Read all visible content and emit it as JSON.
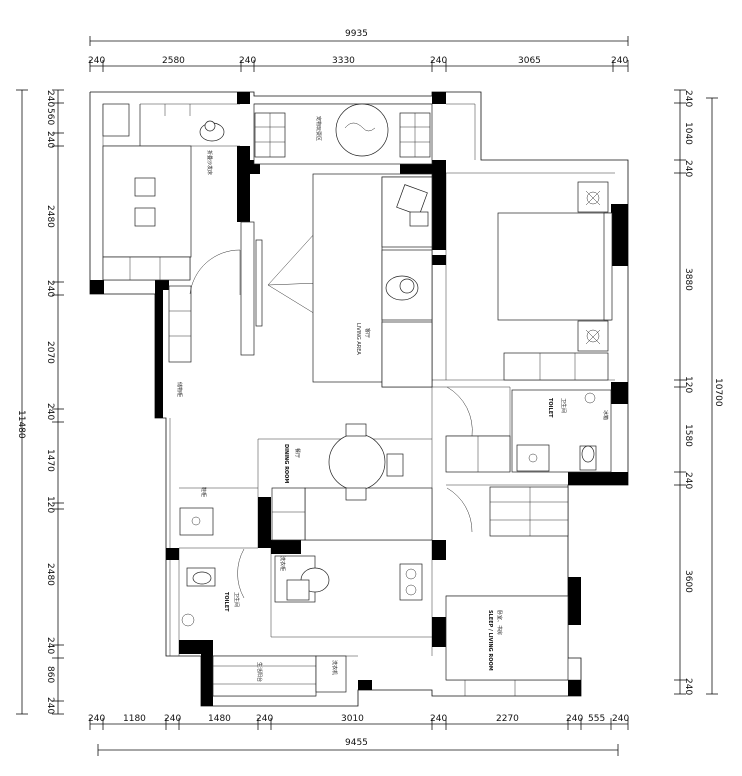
{
  "dimensions": {
    "top_total": "9935",
    "top_segments": [
      "240",
      "2580",
      "240",
      "3330",
      "240",
      "3065",
      "240"
    ],
    "bottom_total": "9455",
    "bottom_segments": [
      "240",
      "1180",
      "240",
      "1480",
      "240",
      "3010",
      "240",
      "2270",
      "240",
      "555",
      "240"
    ],
    "left_total": "11480",
    "left_segments": [
      "240",
      "560",
      "240",
      "2480",
      "240",
      "2070",
      "240",
      "1470",
      "120",
      "2480",
      "240",
      "860",
      "240"
    ],
    "right_total": "10700",
    "right_segments": [
      "240",
      "1040",
      "240",
      "3880",
      "120",
      "1580",
      "240",
      "3600",
      "240"
    ]
  },
  "rooms": {
    "study": "折叠沙发床",
    "leisure": "宠物玩耍区",
    "living_cn": "客厅",
    "living_en": "LIVING AREA",
    "dining_cn": "餐厅",
    "dining_en": "DINING ROOM",
    "toilet1_cn": "卫生间",
    "toilet1_en": "TOILET",
    "toilet2_cn": "卫生间",
    "toilet2_en": "TOILET",
    "bedroom_cn": "卧室、书房",
    "bedroom_en": "SLEEP / LIVING ROOM",
    "balcony": "生活阳台",
    "washer": "洗衣机",
    "fridge": "冰箱",
    "shoe": "鞋柜",
    "kitchen_side": "洗衣柜",
    "storage": "储物柜"
  }
}
